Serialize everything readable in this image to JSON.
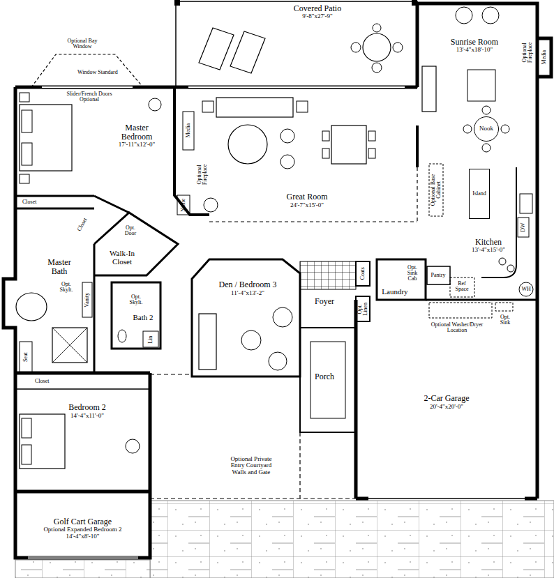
{
  "diagram": {
    "nodes": [
      {
        "text": [
          "Covered Patio",
          "9'-8\"x27'-9\""
        ]
      },
      {
        "text": [
          "Sunrise Room",
          "13'-4\"x18'-10\""
        ]
      },
      {
        "text": [
          "Master Bedroom",
          "17'-11\"x12'-0\""
        ]
      },
      {
        "text": [
          "Great Room",
          "24'-7\"x15'-0\""
        ]
      },
      {
        "text": [
          "Kitchen",
          "13'-4\"x15'-0\""
        ]
      },
      {
        "text": [
          "Master Bath"
        ]
      },
      {
        "text": [
          "Walk-In Closet"
        ]
      },
      {
        "text": [
          "Den / Bedroom 3",
          "11'-4\"x13'-2\""
        ]
      },
      {
        "text": [
          "Foyer"
        ]
      },
      {
        "text": [
          "Laundry"
        ]
      },
      {
        "text": [
          "Bath 2"
        ]
      },
      {
        "text": [
          "Porch"
        ]
      },
      {
        "text": [
          "2-Car Garage",
          "20'-4\"x20'-0\""
        ]
      },
      {
        "text": [
          "Bedroom 2",
          "14'-4\"x11'-0\""
        ]
      },
      {
        "text": [
          "Golf Cart Garage",
          "Optional Expanded Bedroom 2",
          "14'-4\"x8'-10\""
        ]
      },
      {
        "text": [
          "Island"
        ],
        "in": 4
      },
      {
        "text": [
          "Nook"
        ],
        "in": 1
      }
    ],
    "labels": [
      "Optional Bay Window",
      "Window Standard",
      "Slider/French Doors Optional",
      "Media",
      "Optional Fireplace",
      "Niche",
      "Optional Base Cabinet",
      "Optional Fireplace",
      "Media",
      "DW",
      "Closet",
      "Closet",
      "Opt. Door",
      "Opt. Skylt.",
      "Vanity",
      "Opt. Skylt.",
      "Lin",
      "Seat",
      "Closet",
      "Coats",
      "Opt. Sink Cab",
      "Opt. Linen",
      "Pantry",
      "Ref Space",
      "WH",
      "Optional Washer/Dryer Location",
      "Opt. Sink",
      "Optional Private Entry Courtyard Walls and Gate"
    ]
  }
}
